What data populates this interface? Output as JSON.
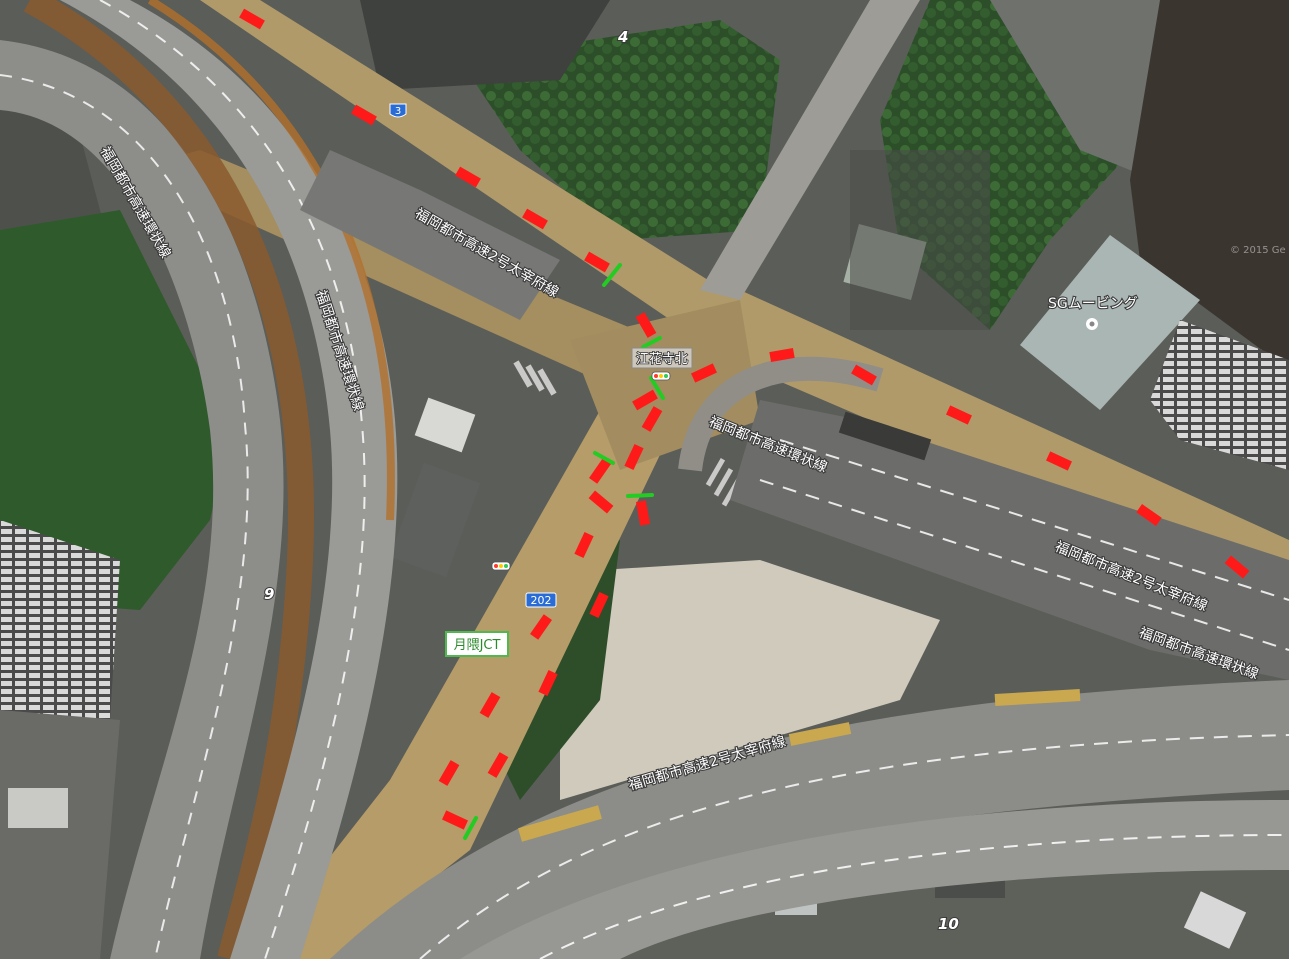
{
  "map": {
    "labels": {
      "ring_expressway_west_a": "福岡都市高速環状線",
      "ring_expressway_west_b": "福岡都市高速環状線",
      "route2_north": "福岡都市高速2号太宰府線",
      "ring_expressway_center": "福岡都市高速環状線",
      "route2_east": "福岡都市高速2号太宰府線",
      "ring_expressway_east": "福岡都市高速環状線",
      "route2_south": "福岡都市高速2号太宰府線",
      "intersection": "江花寺北",
      "junction": "月隈JCT",
      "poi": "SGムービング",
      "route3_shield": "3",
      "route202_shield": "202",
      "block_4": "4",
      "block_9": "9",
      "block_10": "10",
      "watermark": "© 2015 Ge"
    },
    "colors": {
      "congestion": "#ff1a1a",
      "signal_marker": "#22cc22",
      "route_shield": "#2a6cd6",
      "junction_border": "#4fb84f",
      "road_surface": "#b59c68",
      "expressway": "#8a8a8a",
      "vegetation": "#2f5a2b"
    }
  }
}
